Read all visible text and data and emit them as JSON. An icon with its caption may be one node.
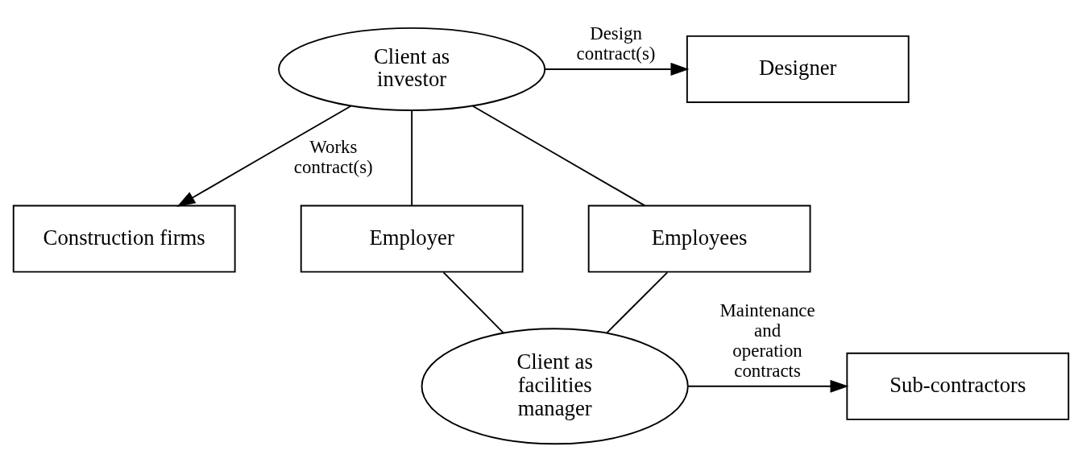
{
  "diagram": {
    "nodes": [
      {
        "text": [
          "Client as investor"
        ]
      },
      {
        "text": [
          "Designer"
        ]
      },
      {
        "text": [
          "Construction firms"
        ]
      },
      {
        "text": [
          "Employer"
        ]
      },
      {
        "text": [
          "Employees"
        ]
      },
      {
        "text": [
          "Client as facilities manager"
        ]
      },
      {
        "text": [
          "Sub-contractors"
        ]
      }
    ],
    "edges": [
      {
        "from": 0,
        "to": 1,
        "arrow": "to",
        "label": "Design contract(s)"
      },
      {
        "from": 0,
        "to": 2,
        "arrow": "to",
        "label": "Works contract(s)"
      },
      {
        "from": 0,
        "to": 3,
        "arrow": "none"
      },
      {
        "from": 0,
        "to": 4,
        "arrow": "none"
      },
      {
        "from": 3,
        "to": 5,
        "arrow": "none"
      },
      {
        "from": 4,
        "to": 5,
        "arrow": "none"
      },
      {
        "from": 5,
        "to": 6,
        "arrow": "to",
        "label": "Maintenance and operation contracts"
      }
    ]
  }
}
